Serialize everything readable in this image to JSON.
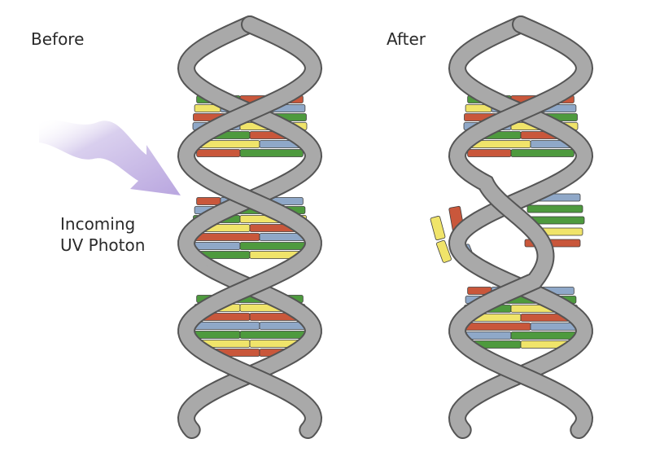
{
  "labels": {
    "before": "Before",
    "after": "After",
    "uv_line1": "Incoming",
    "uv_line2": "UV Photon"
  },
  "colors": {
    "backbone": "#a9a9a9",
    "backbone_outline": "#555555",
    "base_green": "#4e9a3e",
    "base_yellow": "#f0e46a",
    "base_red": "#c9573b",
    "base_blue": "#8fa8c8",
    "arrow": "#c9b9e6"
  },
  "icons": {
    "helix_before": "dna-double-helix",
    "helix_after": "damaged-dna-double-helix",
    "photon": "uv-photon-arrow"
  }
}
